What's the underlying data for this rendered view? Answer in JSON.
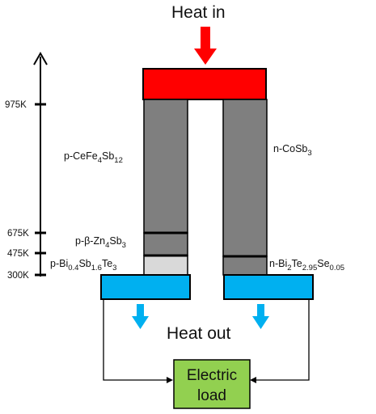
{
  "heat_in_label": "Heat in",
  "heat_out_label": "Heat out",
  "load_label_line1": "Electric",
  "load_label_line2": "load",
  "temperature_ticks": [
    "975K",
    "675K",
    "475K",
    "300K"
  ],
  "p_leg": {
    "segment1": {
      "base": "p-CeFe",
      "sub1": "4",
      "mid": "Sb",
      "sub2": "12"
    },
    "segment2": {
      "base": "p-β-Zn",
      "sub1": "4",
      "mid": "Sb",
      "sub2": "3"
    },
    "segment3": {
      "base": "p-Bi",
      "sub1": "0.4",
      "mid1": "Sb",
      "sub2": "1.6",
      "mid2": "Te",
      "sub3": "3"
    }
  },
  "n_leg": {
    "segment1": {
      "base": "n-CoSb",
      "sub1": "3"
    },
    "segment2": {
      "base": "n-Bi",
      "sub1": "2",
      "mid1": "Te",
      "sub2": "2.95",
      "mid2": "Se",
      "sub3": "0.05"
    }
  },
  "colors": {
    "hot_plate": "#ff0000",
    "cold_plate": "#00b0f0",
    "leg_gray": "#7f7f7f",
    "p_bottom_segment": "#d9d9d9",
    "load_box": "#92d050",
    "heat_in_arrow": "#ff0000",
    "heat_out_arrow": "#00b0f0"
  }
}
